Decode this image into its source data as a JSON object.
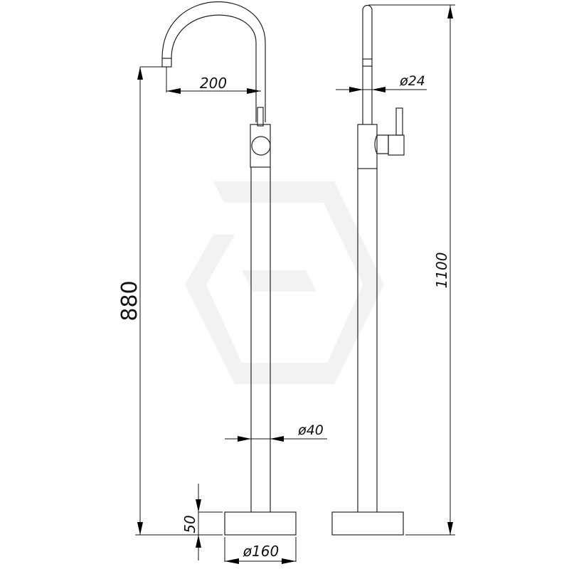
{
  "dimensions": {
    "total_height_front": "880",
    "spout_reach": "200",
    "total_height_side": "1100",
    "spout_diameter": "ø24",
    "body_diameter": "ø40",
    "base_height": "50",
    "base_diameter": "ø160"
  }
}
